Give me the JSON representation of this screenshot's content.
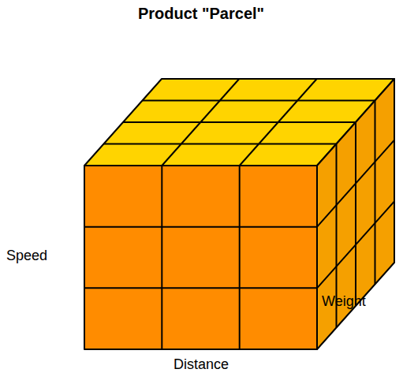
{
  "diagram": {
    "title": "Product \"Parcel\"",
    "labels": [
      "Speed",
      "Distance",
      "Weight"
    ]
  }
}
